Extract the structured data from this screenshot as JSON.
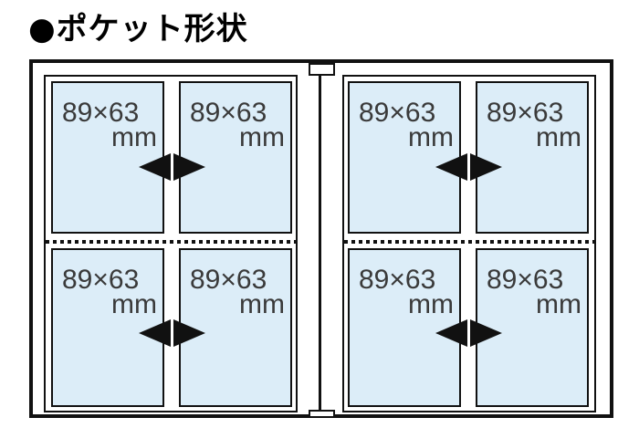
{
  "title": "●ポケット形状",
  "diagram": {
    "pockets": [
      {
        "size": "89×63",
        "unit": "mm"
      },
      {
        "size": "89×63",
        "unit": "mm"
      },
      {
        "size": "89×63",
        "unit": "mm"
      },
      {
        "size": "89×63",
        "unit": "mm"
      },
      {
        "size": "89×63",
        "unit": "mm"
      },
      {
        "size": "89×63",
        "unit": "mm"
      },
      {
        "size": "89×63",
        "unit": "mm"
      },
      {
        "size": "89×63",
        "unit": "mm"
      }
    ],
    "colors": {
      "background": "#ffffff",
      "line": "#111111",
      "pocket_fill": "#dcedf8",
      "label_text": "#3a3a3a",
      "title_text": "#000000"
    }
  }
}
